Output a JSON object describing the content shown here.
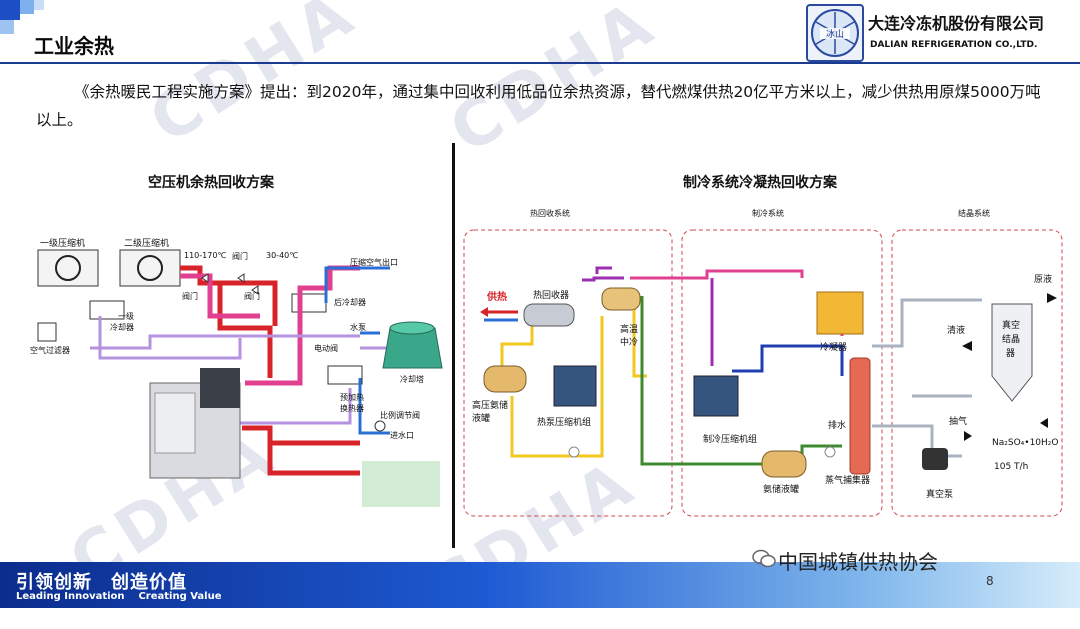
{
  "header": {
    "title": "工业余热",
    "company_cn": "大连冷冻机股份有限公司",
    "company_en": "DALIAN REFRIGERATION CO.,LTD.",
    "logo_text": "冰山"
  },
  "intro": "《余热暖民工程实施方案》提出：到2020年，通过集中回收利用低品位余热资源，替代燃煤供热20亿平方米以上，减少供热用原煤5000万吨以上。",
  "left_diagram": {
    "title": "空压机余热回收方案",
    "labels": {
      "comp1": "一级压缩机",
      "comp2": "二级压缩机",
      "temp_high": "110-170℃",
      "valve_a": "阀门",
      "temp_low": "30-40℃",
      "outlet": "压缩空气出口",
      "valve_b": "阀门",
      "valve_c": "阀门",
      "cooler1_a": "一级",
      "cooler1_b": "冷却器",
      "after_cooler": "后冷却器",
      "pump": "水泵",
      "filter": "空气过滤器",
      "motor_valve": "电动阀",
      "tower": "冷却塔",
      "preheat_a": "预加热",
      "preheat_b": "换热器",
      "ratio_valve": "比例调节阀",
      "inlet": "进水口"
    }
  },
  "right_diagram": {
    "title": "制冷系统冷凝热回收方案",
    "sections": [
      "热回收系统",
      "制冷系统",
      "结晶系统"
    ],
    "labels": {
      "supply": "供热",
      "recovery": "热回收器",
      "hp_mid_a": "高温",
      "hp_mid_b": "中冷",
      "hp_tank": "高压氨储液罐",
      "hp_comp": "热泵压缩机组",
      "condenser": "冷凝器",
      "ref_comp": "制冷压缩机组",
      "drain": "排水",
      "ammonia_tank": "氨储液罐",
      "steam": "蒸气捕集器",
      "raw": "原液",
      "clear": "清液",
      "vacuum_a": "真空",
      "vacuum_b": "结晶",
      "vacuum_c": "器",
      "exhaust": "抽气",
      "product": "Na₂SO₄•10H₂O",
      "rate": "105 T/h",
      "vpump": "真空泵"
    }
  },
  "footer": {
    "slogan_cn": "引领创新　创造价值",
    "slogan_en": "Leading Innovation    Creating Value",
    "wechat": "中国城镇供热协会",
    "page": "8"
  },
  "watermark": "CDHA",
  "colors": {
    "brand_blue": "#1a3b8f",
    "hot_red": "#d8232a",
    "cool_blue": "#2b6fd6",
    "purple": "#9b2fb0",
    "magenta": "#e0408f",
    "yellow": "#f2c81e",
    "green": "#3f8a2e"
  }
}
